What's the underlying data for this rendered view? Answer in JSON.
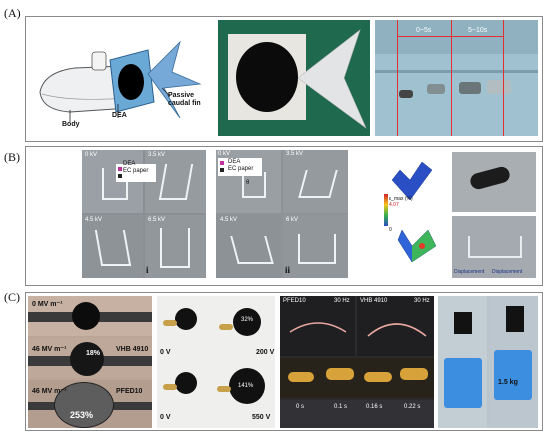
{
  "panels": {
    "a": {
      "label": "(A)",
      "callouts": {
        "body": "Body",
        "dea": "DEA",
        "fin": "Passive\ncaudal fin"
      },
      "timing": {
        "t1": "0~5s",
        "t2": "5~10s"
      }
    },
    "b": {
      "label": "(B)",
      "grid_i": {
        "v0": "0 kV",
        "v1": "3.5 kV",
        "v2": "4.5 kV",
        "v3": "6.5 kV",
        "legend1": "DEA",
        "legend2": "EC paper",
        "roman": "i"
      },
      "grid_ii": {
        "v0": "0 kV",
        "v1": "3.5 kV",
        "v2": "4.5 kV",
        "v3": "6 kV",
        "legend1": "DEA",
        "legend2": "EC paper",
        "theta": "θ",
        "roman": "ii"
      },
      "fea": {
        "colorbar_title": "ε_max (%)",
        "cb_max": "4.07",
        "cb_min": "0",
        "disp1": "Displacement",
        "disp2": "Displacement"
      }
    },
    "c": {
      "label": "(C)",
      "left": {
        "r1_field": "0 MV m⁻¹",
        "r2_field": "46 MV m⁻¹",
        "r2_pct": "18%",
        "r2_mat": "VHB 4910",
        "r3_field": "46 MV m⁻¹",
        "r3_pct": "253%",
        "r3_mat": "PFED10"
      },
      "flower": {
        "v1": "0 V",
        "v2": "200 V",
        "v3": "0 V",
        "v4": "550 V",
        "p1": "32%",
        "p2": "141%"
      },
      "strip": {
        "a": "PFED10",
        "a_hz": "30 Hz",
        "b": "VHB 4910",
        "b_hz": "30 Hz",
        "times": [
          "0 s",
          "0.1 s",
          "0.16 s",
          "0.22 s"
        ]
      },
      "lift": {
        "mass": "1.5 kg"
      }
    }
  },
  "colors": {
    "photo_bg": "#8f949a",
    "water": "#9fc1d0",
    "blue_bucket": "#3c8ee0",
    "dark_panel": "#2b2b2e"
  }
}
